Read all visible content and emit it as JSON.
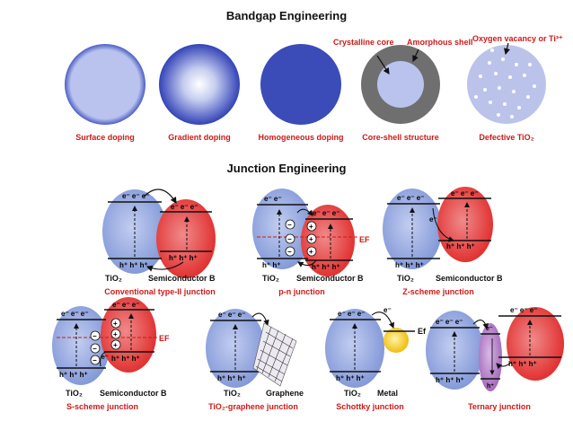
{
  "bandgap": {
    "title": "Bandgap Engineering",
    "items": [
      {
        "label": "Surface doping"
      },
      {
        "label": "Gradient doping"
      },
      {
        "label": "Homogeneous doping"
      },
      {
        "label": "Core-shell structure",
        "callout_core": "Crystalline core",
        "callout_shell": "Amorphous shell"
      },
      {
        "label": "Defective TiO₂",
        "callout": "Oxygen vacancy or Ti³⁺"
      }
    ]
  },
  "junction": {
    "title": "Junction Engineering",
    "items": [
      {
        "label": "Conventional type-II junction",
        "left": "TiO₂",
        "right": "Semiconductor B"
      },
      {
        "label": "p-n junction",
        "left": "TiO₂",
        "right": "Semiconductor B",
        "fermi": "EF"
      },
      {
        "label": "Z-scheme junction",
        "left": "TiO₂",
        "right": "Semiconductor B"
      },
      {
        "label": "S-scheme junction",
        "left": "TiO₂",
        "right": "Semiconductor B",
        "fermi": "EF"
      },
      {
        "label": "TiO₂-graphene junction",
        "left": "TiO₂",
        "right": "Graphene"
      },
      {
        "label": "Schottky junction",
        "left": "TiO₂",
        "right": "Metal",
        "fermi": "Ef"
      },
      {
        "label": "Ternary junction"
      }
    ]
  },
  "symbols": {
    "electron": "e⁻",
    "hole": "h⁺",
    "plus": "+",
    "minus": "−"
  },
  "colors": {
    "title": "#111111",
    "label_red": "#cc1a1a",
    "tio2_blue": "#8fa3dc",
    "semi_red": "#e53c3c",
    "metal_yellow": "#f5c518",
    "ternary_purple": "#b27fc2",
    "shell_gray": "#6f6f6f"
  }
}
